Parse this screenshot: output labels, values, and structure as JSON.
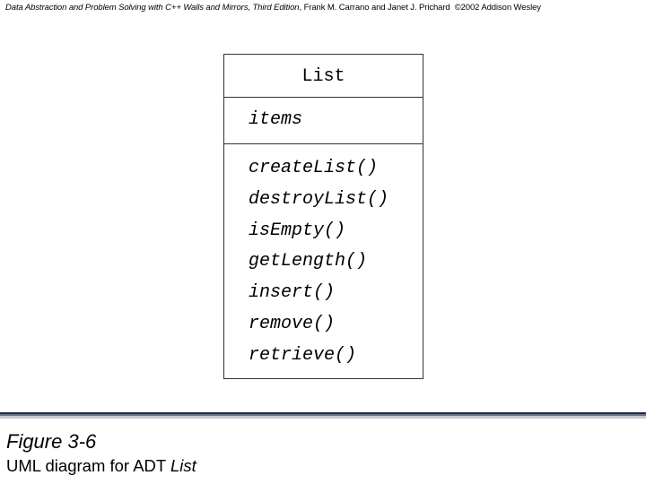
{
  "header": {
    "book_title": "Data Abstraction and Problem Solving with C++ Walls and Mirrors, Third Edition",
    "authors": ", Frank M. Carrano and Janet J. Prichard",
    "copyright": "©2002 Addison Wesley"
  },
  "uml": {
    "class_name": "List",
    "attributes": [
      "items"
    ],
    "operations": [
      "createList()",
      "destroyList()",
      "isEmpty()",
      "getLength()",
      "insert()",
      "remove()",
      "retrieve()"
    ]
  },
  "caption": {
    "figure": "Figure 3-6",
    "description_prefix": "UML diagram for ADT ",
    "description_emphasis": "List"
  },
  "colors": {
    "divider_dark": "#1e2a44",
    "box_border": "#333333"
  }
}
